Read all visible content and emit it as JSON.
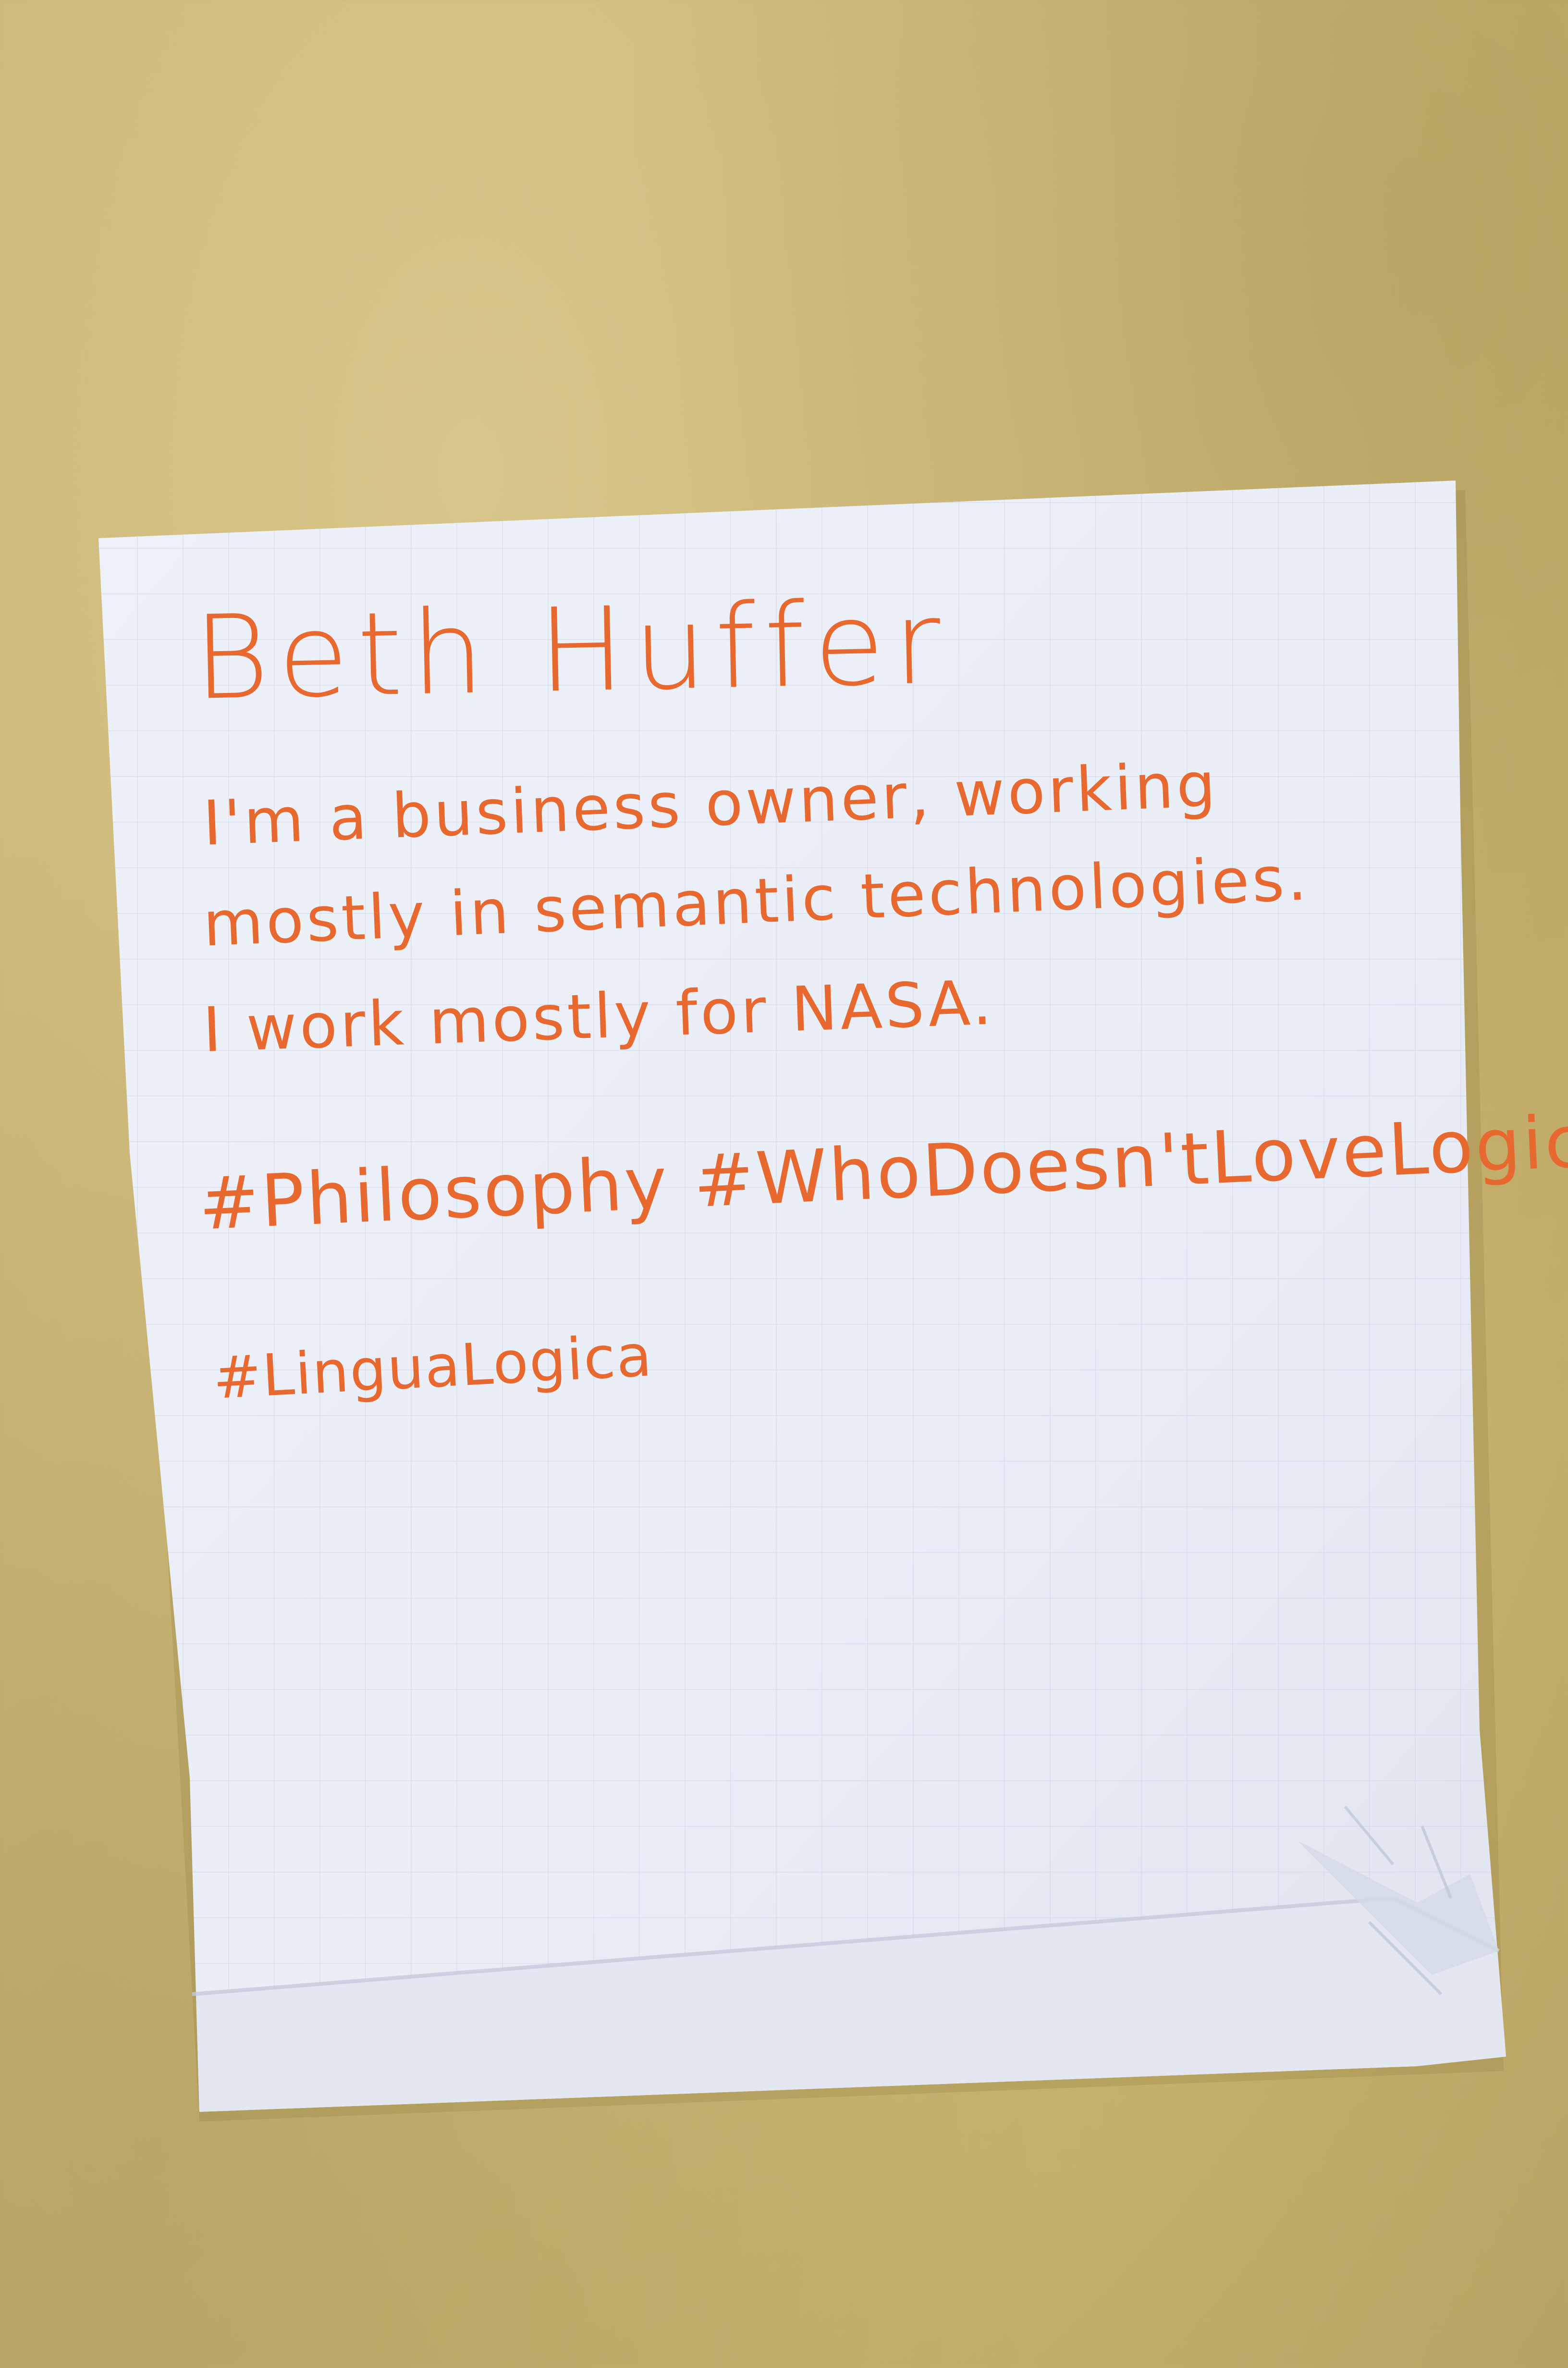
{
  "poster": {
    "name": "Beth Huffer",
    "lines": [
      "I'm a business owner, working",
      "mostly in semantic technologies.",
      "I work mostly for NASA."
    ],
    "hashtags_row1": "#Philosophy #WhoDoesn'tLoveLogic?",
    "hashtags_row2": "#LinguaLogica"
  },
  "colors": {
    "ink": "#e8692f",
    "paper": "#f4f6fb",
    "wall": "#cdb877",
    "grid": "#c9d3e6"
  }
}
